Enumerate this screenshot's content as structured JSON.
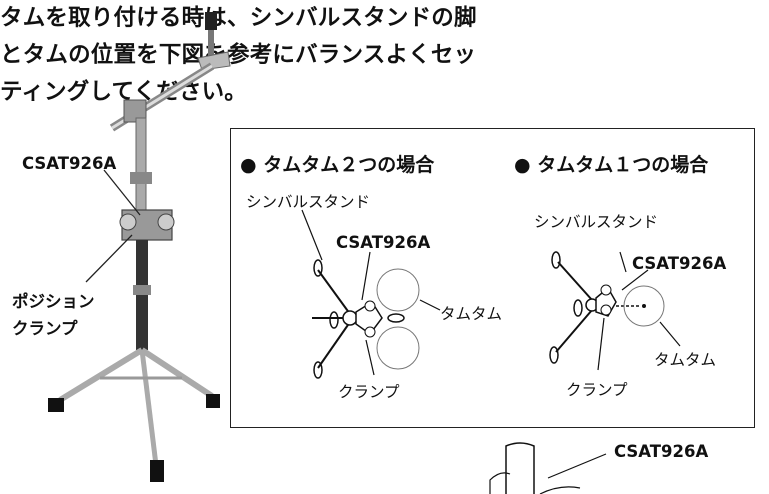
{
  "intro": {
    "bullet": "●",
    "line1": "タムを取り付ける時は、シンバルスタンドの脚",
    "line2": "とタムの位置を下図を参考にバランスよくセッ",
    "line3": "ティングしてください。"
  },
  "photo_labels": {
    "model": "CSAT926A",
    "position_clamp_1": "ポジション",
    "position_clamp_2": "クランプ"
  },
  "diagram_two": {
    "heading": "● タムタム２つの場合",
    "cymbal_stand": "シンバルスタンド",
    "model": "CSAT926A",
    "tom": "タムタム",
    "clamp": "クランプ"
  },
  "diagram_one": {
    "heading": "● タムタム１つの場合",
    "cymbal_stand": "シンバルスタンド",
    "model": "CSAT926A",
    "tom": "タムタム",
    "clamp": "クランプ"
  },
  "bottom_label": {
    "model": "CSAT926A"
  }
}
